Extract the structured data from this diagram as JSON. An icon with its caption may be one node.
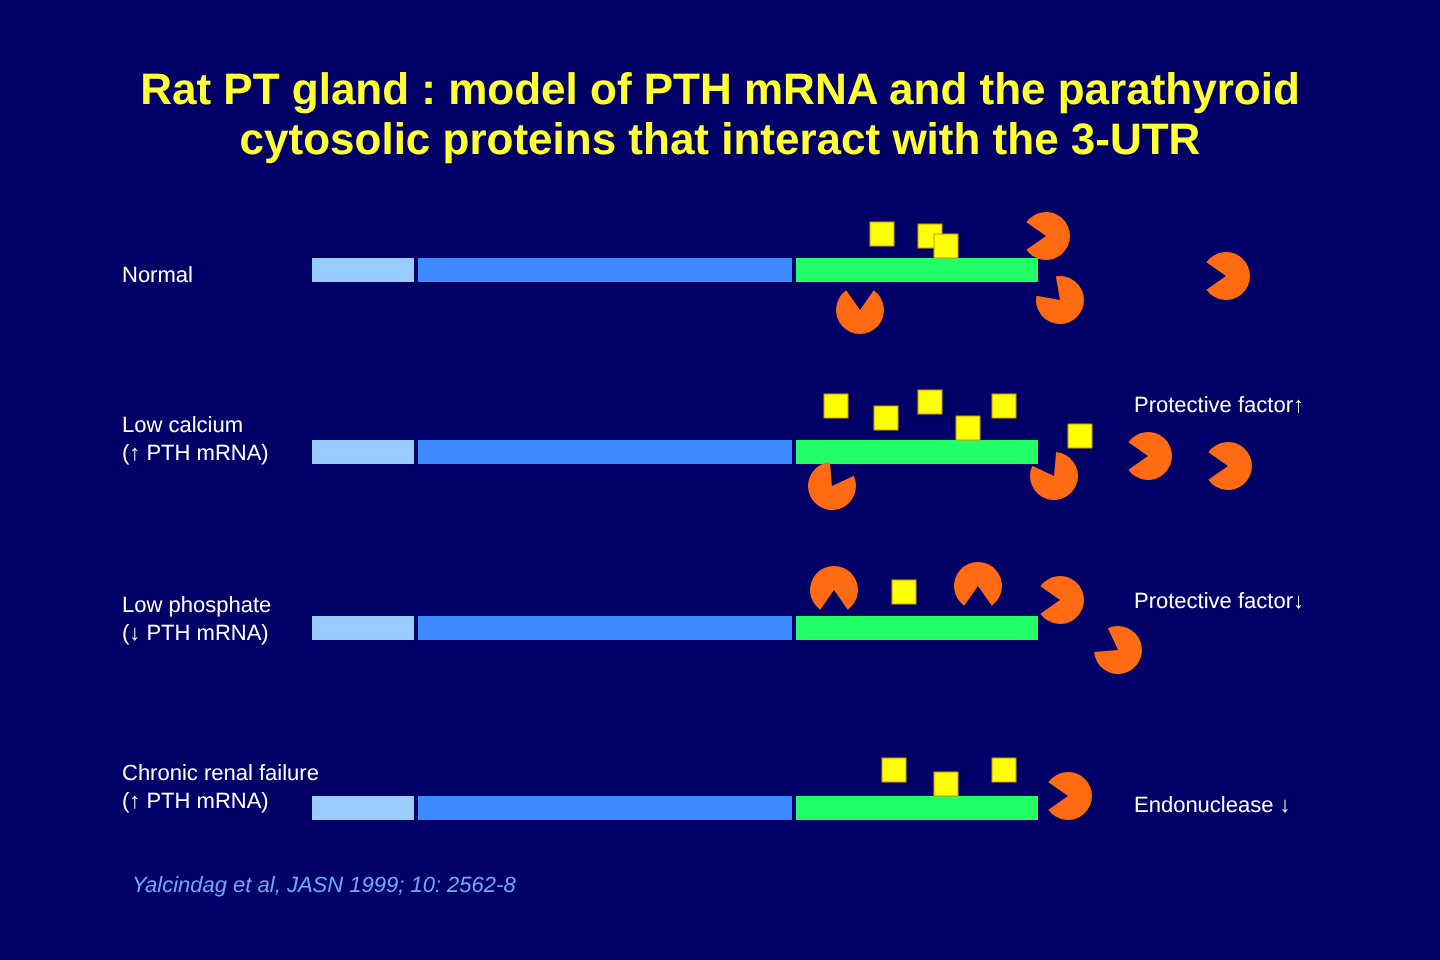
{
  "diagram": {
    "title": "Rat PT gland : model of PTH mRNA and the parathyroid cytosolic proteins that interact with the 3-UTR",
    "labels": [
      "Normal",
      "Protective factor↑",
      "Low calcium",
      "(↑ PTH mRNA)",
      "Low phosphate",
      "Protective factor↓",
      "(↓ PTH mRNA)",
      "Chronic renal failure",
      "(↑ PTH mRNA)",
      "Endonuclease ↓",
      "Yalcindag et al, JASN 1999; 10: 2562-8"
    ]
  }
}
